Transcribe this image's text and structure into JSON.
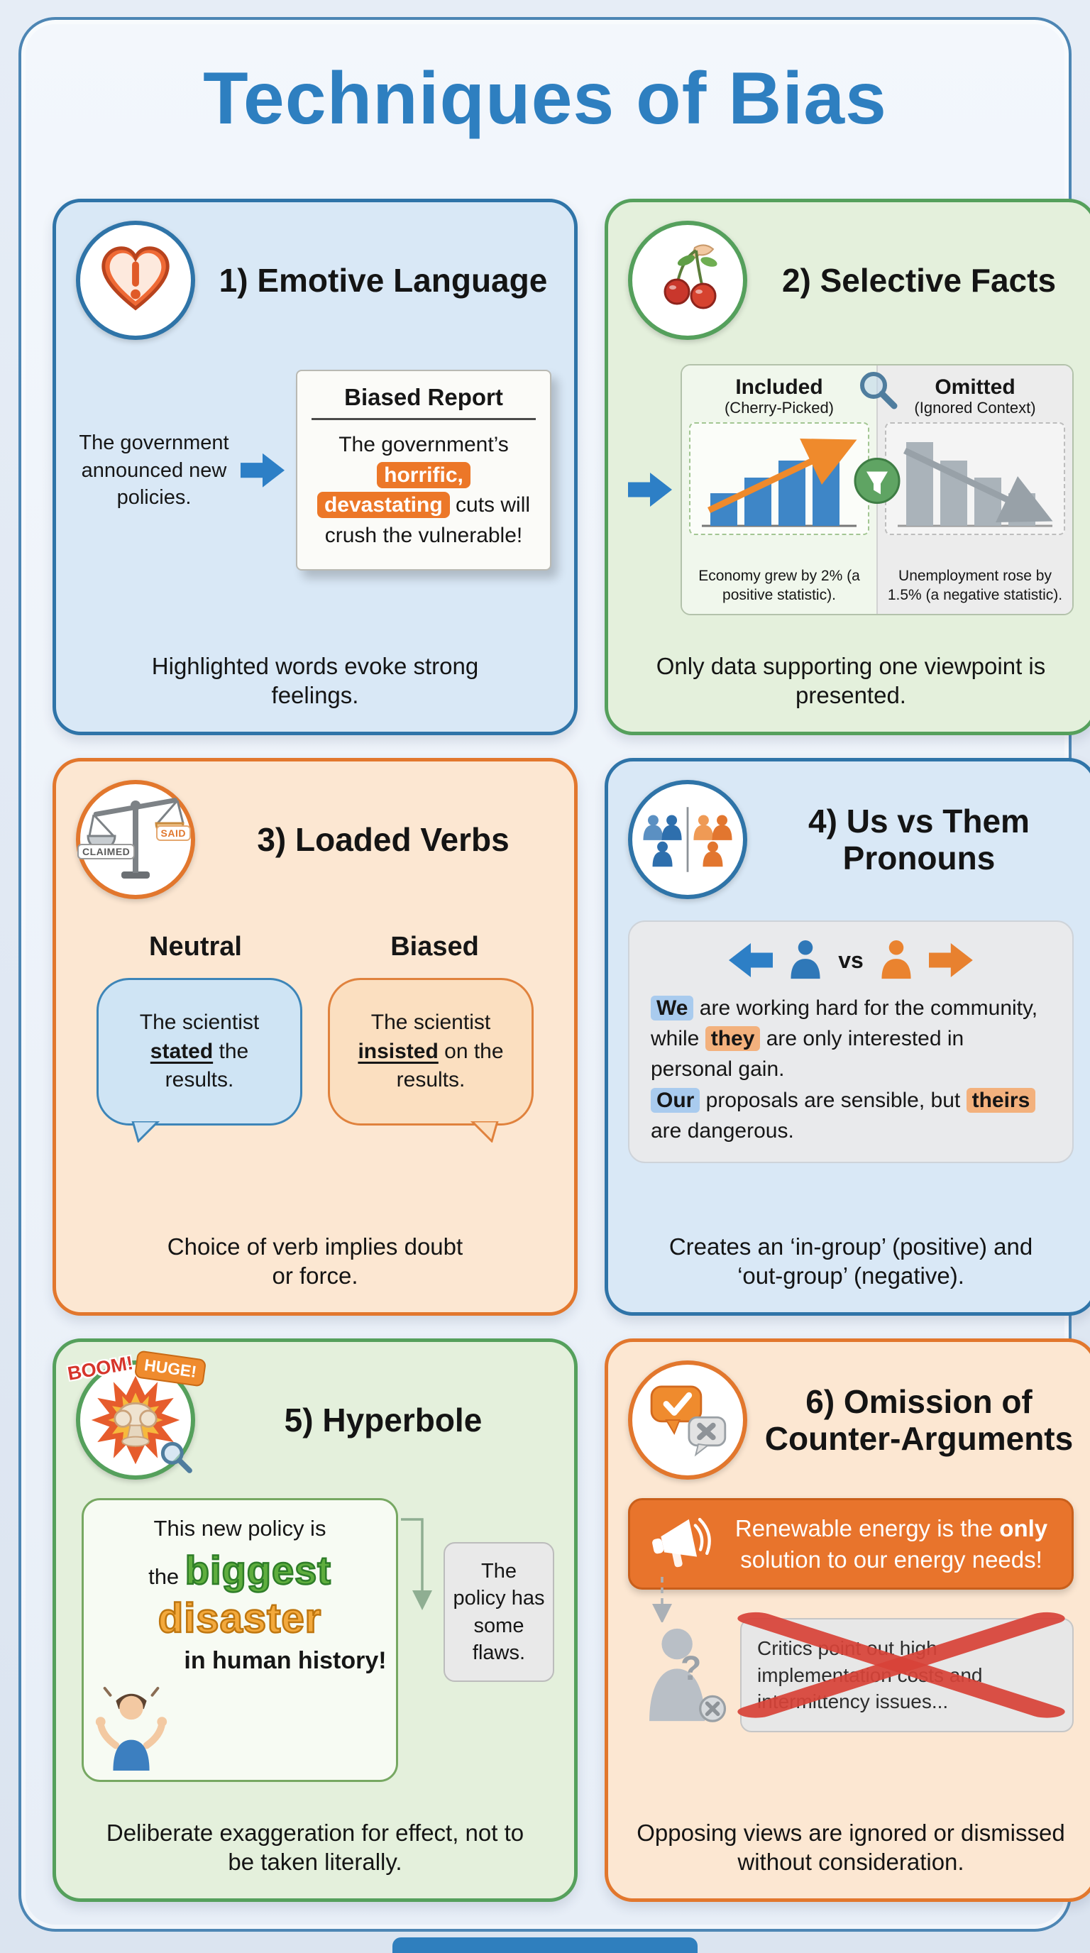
{
  "title": "Techniques of Bias",
  "colors": {
    "accent_blue": "#2e7fc0",
    "accent_green": "#55a05c",
    "accent_orange": "#e2772d",
    "highlight_orange": "#ec7728",
    "highlight_blue_bg": "#a9cbee",
    "highlight_orange_bg": "#f3b17d",
    "cross_red": "#d84338"
  },
  "panel1": {
    "title": "1) Emotive Language",
    "source_text": "The government announced new policies.",
    "report_title": "Biased Report",
    "seg_pre": "The government’s ",
    "hl1": "horrific,",
    "hl2": "devastating",
    "seg_mid": " cuts will crush the vulnerable!",
    "caption": "Highlighted words evoke strong feelings."
  },
  "panel2": {
    "title": "2) Selective Facts",
    "included_title": "Included",
    "included_sub": "(Cherry-Picked)",
    "omitted_title": "Omitted",
    "omitted_sub": "(Ignored Context)",
    "included_note": "Economy grew by 2% (a positive statistic).",
    "omitted_note": "Unemployment rose by 1.5% (a negative statistic).",
    "caption": "Only data supporting one viewpoint is presented."
  },
  "panel3": {
    "title": "3) Loaded Verbs",
    "scale_left": "CLAIMED",
    "scale_right": "SAID",
    "neutral_label": "Neutral",
    "biased_label": "Biased",
    "neutral_pre": "The scientist ",
    "neutral_verb": "stated",
    "neutral_post": " the results.",
    "biased_pre": "The scientist ",
    "biased_verb": "insisted",
    "biased_post": " on the results.",
    "caption": "Choice of verb implies doubt or force."
  },
  "panel4": {
    "title": "4) Us vs Them Pronouns",
    "vs": "vs",
    "seg1": "We",
    "seg2": " are working hard for the community, while ",
    "seg3": "they",
    "seg4": " are only interested in personal gain.",
    "seg5": "Our",
    "seg6": " proposals are sensible, but ",
    "seg7": "theirs",
    "seg8": " are dangerous.",
    "caption": "Creates an ‘in-group’ (positive) and ‘out-group’ (negative)."
  },
  "panel5": {
    "title": "5) Hyperbole",
    "boom": "BOOM!",
    "huge": "HUGE!",
    "line1": "This new policy is",
    "line2_pre": "the ",
    "word_biggest": "biggest",
    "word_disaster": "disaster",
    "line3": "in human history!",
    "side_note": "The policy has some flaws.",
    "caption": "Deliberate exaggeration for effect, not to be taken literally."
  },
  "panel6": {
    "title": "6) Omission of Counter-Arguments",
    "claim_pre": "Renewable energy is the ",
    "claim_bold": "only",
    "claim_post": " solution to our energy needs!",
    "critics": "Critics point out high implementation costs and intermittency issues...",
    "qmark": "?",
    "caption": "Opposing views are ignored or dismissed without consideration."
  }
}
